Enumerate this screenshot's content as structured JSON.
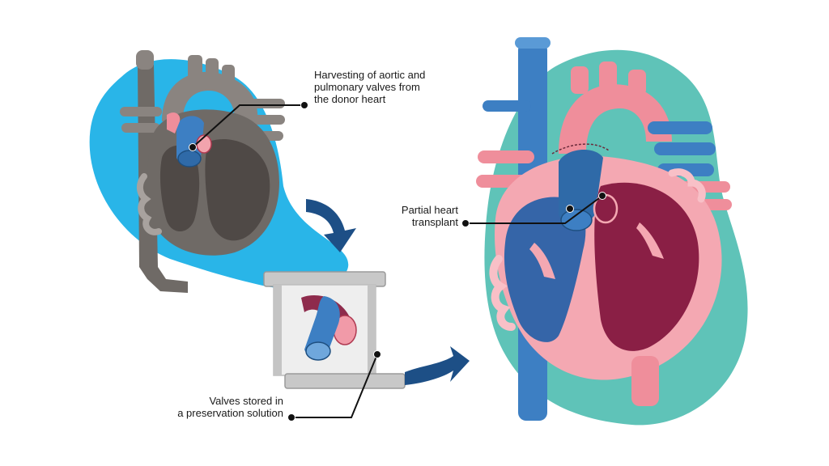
{
  "colors": {
    "donor_blob": "#29b5e8",
    "recipient_blob": "#5fc3b8",
    "donor_heart": "#7c7672",
    "donor_heart_dark": "#4f4946",
    "aorta_pink": "#ef8e9b",
    "vein_blue": "#3d7fc3",
    "chamber_maroon": "#8a1f45",
    "arrow_navy": "#1d4f86"
  },
  "callouts": {
    "harvest": {
      "lines": [
        "Harvesting of aortic and",
        "pulmonary valves from",
        "the donor heart"
      ]
    },
    "partial": {
      "lines": [
        "Partial heart",
        "transplant"
      ]
    },
    "stored": {
      "lines": [
        "Valves stored in",
        "a preservation solution"
      ]
    }
  }
}
